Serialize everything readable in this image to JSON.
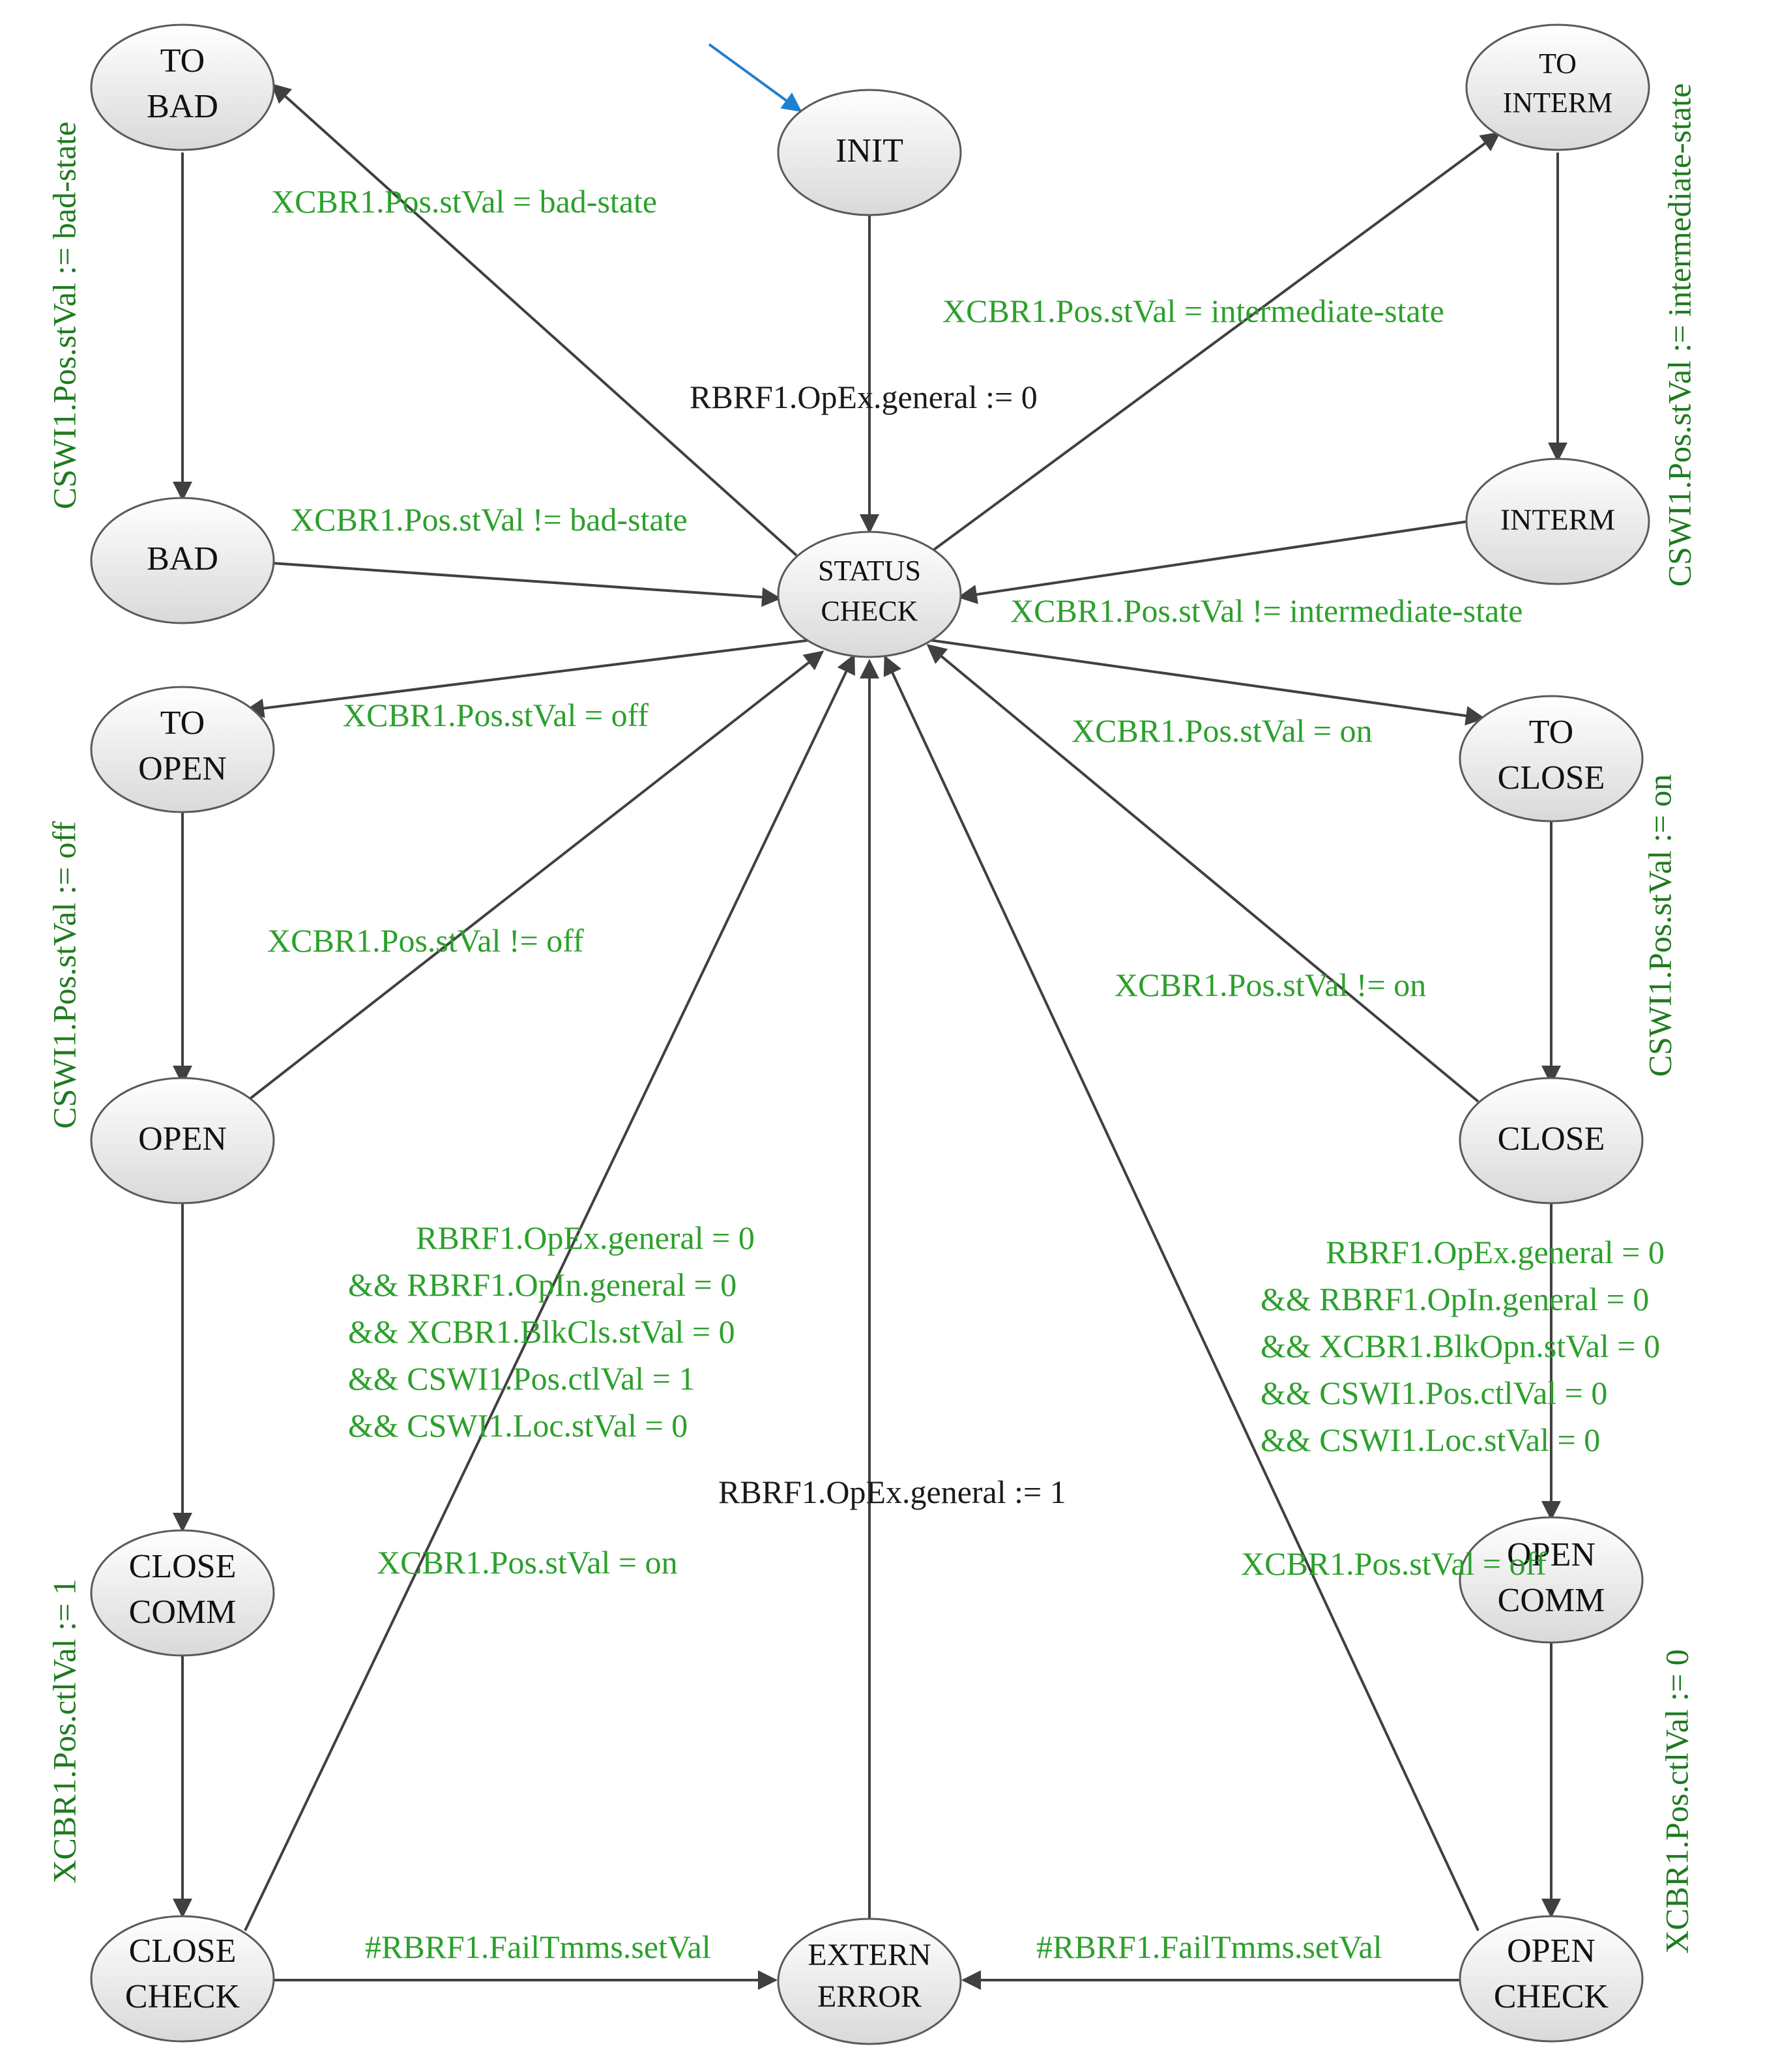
{
  "colors": {
    "edge": "#404040",
    "label_green": "#2ca02c",
    "label_dark": "#1a1a1a",
    "vertical_label": "#1f7a1f",
    "init_arrow": "#1f7fd0",
    "node_fill_top": "#ffffff",
    "node_fill_bottom": "#d9d9d9"
  },
  "nodes": {
    "to_bad": [
      "TO",
      "BAD"
    ],
    "bad": [
      "BAD"
    ],
    "init": [
      "INIT"
    ],
    "status_check": [
      "STATUS",
      "CHECK"
    ],
    "to_interm": [
      "TO",
      "INTERM"
    ],
    "interm": [
      "INTERM"
    ],
    "to_open": [
      "TO",
      "OPEN"
    ],
    "open": [
      "OPEN"
    ],
    "close_comm": [
      "CLOSE",
      "COMM"
    ],
    "close_check": [
      "CLOSE",
      "CHECK"
    ],
    "extern_error": [
      "EXTERN",
      "ERROR"
    ],
    "open_check": [
      "OPEN",
      "CHECK"
    ],
    "open_comm": [
      "OPEN",
      "COMM"
    ],
    "close": [
      "CLOSE"
    ],
    "to_close": [
      "TO",
      "CLOSE"
    ]
  },
  "labels": {
    "bad_state": "XCBR1.Pos.stVal = bad-state",
    "not_bad_state": "XCBR1.Pos.stVal != bad-state",
    "init_action": "RBRF1.OpEx.general := 0",
    "intermediate_state": "XCBR1.Pos.stVal = intermediate-state",
    "not_intermediate_state": "XCBR1.Pos.stVal != intermediate-state",
    "off": "XCBR1.Pos.stVal = off",
    "not_off": "XCBR1.Pos.stVal != off",
    "on": "XCBR1.Pos.stVal = on",
    "not_on": "XCBR1.Pos.stVal != on",
    "close_condition": [
      "RBRF1.OpEx.general = 0",
      "&& RBRF1.OpIn.general = 0",
      "&& XCBR1.BlkCls.stVal = 0",
      "&& CSWI1.Pos.ctlVal = 1",
      "&& CSWI1.Loc.stVal = 0"
    ],
    "open_condition": [
      "RBRF1.OpEx.general = 0",
      "&& RBRF1.OpIn.general = 0",
      "&& XCBR1.BlkOpn.stVal = 0",
      "&& CSWI1.Pos.ctlVal = 0",
      "&& CSWI1.Loc.stVal = 0"
    ],
    "extern_action": "RBRF1.OpEx.general := 1",
    "close_check_on": "XCBR1.Pos.stVal = on",
    "open_check_off": "XCBR1.Pos.stVal = off",
    "fail_left": "#RBRF1.FailTmms.setVal",
    "fail_right": "#RBRF1.FailTmms.setVal"
  },
  "vertical_labels": {
    "left_bad": "CSWI1.Pos.stVal := bad-state",
    "left_open": "CSWI1.Pos.stVal := off",
    "left_close_comm": "XCBR1.Pos.ctlVal := 1",
    "right_interm": "CSWI1.Pos.stVal := intermediate-state",
    "right_close": "CSWI1.Pos.stVal := on",
    "right_open_comm": "XCBR1.Pos.ctlVal := 0"
  }
}
